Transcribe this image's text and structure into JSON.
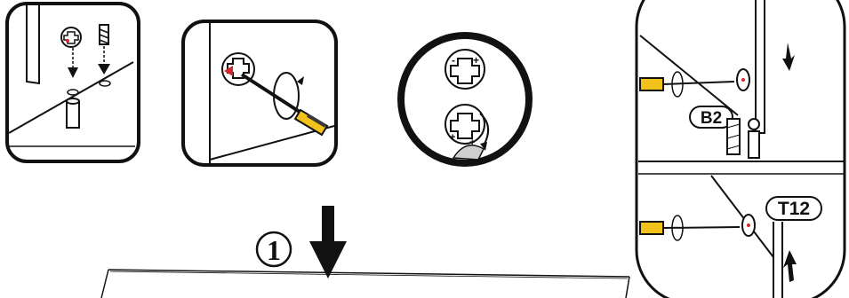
{
  "labels": {
    "step_number": "1",
    "part_b2": "B2",
    "part_t12": "T12"
  },
  "colors": {
    "line": "#111111",
    "handle_yellow": "#f2c21b",
    "handle_dark": "#3a3a3a",
    "accent_red": "#d9262c",
    "shade_gray": "#cfcfcf"
  },
  "icons": {
    "panel_1": "dowel-insertion",
    "panel_2": "screwdriver-tighten-cam",
    "panel_3": "cam-lock-orientation",
    "panel_4": "connector-assembly",
    "main": "down-arrow"
  }
}
